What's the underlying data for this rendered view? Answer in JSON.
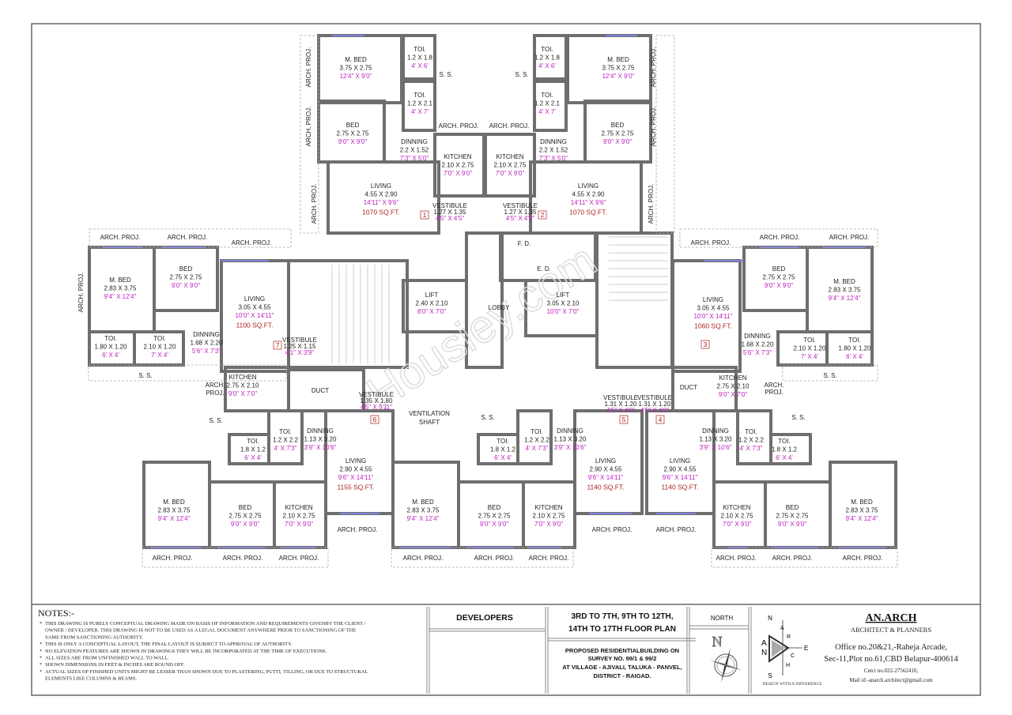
{
  "plan": {
    "watermark": "Housiey.com",
    "colors": {
      "wall": "#6e6e6e",
      "feet_text": "#c020c0",
      "area_text": "#b02020",
      "window": "#8080e0"
    },
    "rooms": [
      {
        "name": "M. BED",
        "dims": "3.75 X 2.75",
        "feet": "12'4\" X 9'0\""
      },
      {
        "name": "TOI.",
        "dims": "1.2 X 1.8",
        "feet": "4' X 6'"
      },
      {
        "name": "TOI.",
        "dims": "1.2 X 2.1",
        "feet": "4' X 7'"
      },
      {
        "name": "BED",
        "dims": "2.75 X 2.75",
        "feet": "9'0\" X 9'0\""
      },
      {
        "name": "DINNING",
        "dims": "2.2 X 1.52",
        "feet": "7'3\" X 5'0\""
      },
      {
        "name": "KITCHEN",
        "dims": "2.10 X 2.75",
        "feet": "7'0\" X 9'0\""
      },
      {
        "name": "LIVING",
        "dims": "4.55 X 2.90",
        "feet": "14'11\" X 9'6\"",
        "area": "1070 SQ.FT."
      },
      {
        "name": "VESTIBULE",
        "dims": "1.27 X 1.35",
        "feet": "4'5\" X 4'5\""
      },
      {
        "name": "M. BED",
        "dims": "3.75 X 2.75",
        "feet": "12'4\" X 9'0\""
      },
      {
        "name": "TOI.",
        "dims": "1.2 X 1.8",
        "feet": "4' X 6'"
      },
      {
        "name": "TOI.",
        "dims": "1.2 X 2.1",
        "feet": "4' X 7'"
      },
      {
        "name": "BED",
        "dims": "2.75 X 2.75",
        "feet": "9'0\" X 9'0\""
      },
      {
        "name": "DINNING",
        "dims": "2.2 X 1.52",
        "feet": "7'3\" X 5'0\""
      },
      {
        "name": "KITCHEN",
        "dims": "2.10 X 2.75",
        "feet": "7'0\" X 9'0\""
      },
      {
        "name": "LIVING",
        "dims": "4.55 X 2.90",
        "feet": "14'11\" X 9'6\"",
        "area": "1070 SQ.FT."
      },
      {
        "name": "VESTIBULE",
        "dims": "1.27 X 1.35",
        "feet": "4'5\" X 4'5\""
      },
      {
        "name": "M. BED",
        "dims": "2.83 X 3.75",
        "feet": "9'4\" X 12'4\""
      },
      {
        "name": "BED",
        "dims": "2.75 X 2.75",
        "feet": "9'0\" X 9'0\""
      },
      {
        "name": "LIVING",
        "dims": "3.05 X 4.55",
        "feet": "10'0\" X 14'11\"",
        "area": "1100 SQ.FT."
      },
      {
        "name": "TOI.",
        "dims": "1.80 X 1.20",
        "feet": "6' X 4'"
      },
      {
        "name": "TOI.",
        "dims": "2.10 X 1.20",
        "feet": "7' X 4'"
      },
      {
        "name": "DINNING",
        "dims": "1.68 X 2.20",
        "feet": "5'6\" X 7'3\""
      },
      {
        "name": "VESTIBULE",
        "dims": "1.25 X 1.15",
        "feet": "4'1\" X 3'9\""
      },
      {
        "name": "KITCHEN",
        "dims": "2.75 X 2.10",
        "feet": "9'0\" X 7'0\""
      },
      {
        "name": "VESTIBULE",
        "dims": "1.35 X 1.80",
        "feet": "4'5\" X 5'11\""
      },
      {
        "name": "LIFT",
        "dims": "2.40 X 2.10",
        "feet": "8'0\" X 7'0\""
      },
      {
        "name": "LIFT",
        "dims": "3.05 X 2.10",
        "feet": "10'0\" X 7'0\""
      },
      {
        "name": "BED",
        "dims": "2.75 X 2.75",
        "feet": "9'0\" X 9'0\""
      },
      {
        "name": "M. BED",
        "dims": "2.83 X 3.75",
        "feet": "9'4\" X 12'4\""
      },
      {
        "name": "LIVING",
        "dims": "3.05 X 4.55",
        "feet": "10'0\" X 14'11\"",
        "area": "1060 SQ.FT."
      },
      {
        "name": "DINNING",
        "dims": "1.68 X 2.20",
        "feet": "5'6\" X 7'3\""
      },
      {
        "name": "TOI.",
        "dims": "2.10 X 1.20",
        "feet": "7' X 4'"
      },
      {
        "name": "TOI.",
        "dims": "1.80 X 1.20",
        "feet": "6' X 4'"
      },
      {
        "name": "KITCHEN",
        "dims": "2.75 X 2.10",
        "feet": "9'0\" X 7'0\""
      },
      {
        "name": "VESTIBULE",
        "dims": "1.31 X 1.20",
        "feet": "4'5\" X 4'0\""
      },
      {
        "name": "VESTIBULE",
        "dims": "1.31 X 1.20",
        "feet": "4'5\" X 4'0\""
      },
      {
        "name": "TOI.",
        "dims": "1.8 X 1.2",
        "feet": "6' X 4'"
      },
      {
        "name": "TOI.",
        "dims": "1.2 X 2.2",
        "feet": "4' X 7'3\""
      },
      {
        "name": "DINNING",
        "dims": "1.13 X 3.20",
        "feet": "3'9\" X 10'6\""
      },
      {
        "name": "LIVING",
        "dims": "2.90 X 4.55",
        "feet": "9'6\" X 14'11\"",
        "area": "1155 SQ.FT."
      },
      {
        "name": "M. BED",
        "dims": "2.83 X 3.75",
        "feet": "9'4\" X 12'4\""
      },
      {
        "name": "BED",
        "dims": "2.75 X 2.75",
        "feet": "9'0\" X 9'0\""
      },
      {
        "name": "KITCHEN",
        "dims": "2.10 X 2.75",
        "feet": "7'0\" X 9'0\""
      },
      {
        "name": "TOI.",
        "dims": "1.8 X 1.2",
        "feet": "6' X 4'"
      },
      {
        "name": "TOI.",
        "dims": "1.2 X 2.2",
        "feet": "4' X 7'3\""
      },
      {
        "name": "DINNING",
        "dims": "1.13 X 3.20",
        "feet": "3'9\" X 10'6\""
      },
      {
        "name": "LIVING",
        "dims": "2.90 X 4.55",
        "feet": "9'6\" X 14'11\"",
        "area": "1140 SQ.FT."
      },
      {
        "name": "M. BED",
        "dims": "2.83 X 3.75",
        "feet": "9'4\" X 12'4\""
      },
      {
        "name": "BED",
        "dims": "2.75 X 2.75",
        "feet": "9'0\" X 9'0\""
      },
      {
        "name": "KITCHEN",
        "dims": "2.10 X 2.75",
        "feet": "7'0\" X 9'0\""
      },
      {
        "name": "LIVING",
        "dims": "2.90 X 4.55",
        "feet": "9'6\" X 14'11\"",
        "area": "1140 SQ.FT."
      },
      {
        "name": "DINNING",
        "dims": "1.13 X 3.20",
        "feet": "3'9\" X 10'6\""
      },
      {
        "name": "TOI.",
        "dims": "1.2 X 2.2",
        "feet": "4' X 7'3\""
      },
      {
        "name": "TOI.",
        "dims": "1.8 X 1.2",
        "feet": "6' X 4'"
      },
      {
        "name": "KITCHEN",
        "dims": "2.10 X 2.75",
        "feet": "7'0\" X 9'0\""
      },
      {
        "name": "BED",
        "dims": "2.75 X 2.75",
        "feet": "9'0\" X 9'0\""
      },
      {
        "name": "M. BED",
        "dims": "2.83 X 3.75",
        "feet": "9'4\" X 12'4\""
      }
    ],
    "unit_numbers": [
      "1",
      "2",
      "7",
      "3",
      "6",
      "5",
      "4"
    ],
    "annotations": [
      "ARCH. PROJ.",
      "ARCH. PROJ.",
      "ARCH. PROJ.",
      "ARCH. PROJ.",
      "ARCH. PROJ.",
      "ARCH. PROJ.",
      "ARCH. PROJ.",
      "ARCH. PROJ.",
      "S. S.",
      "S. S.",
      "ARCH. PROJ.",
      "ARCH. PROJ.",
      "ARCH. PROJ.",
      "ARCH. PROJ.",
      "S. S.",
      "ARCH.",
      "PROJ.",
      "DUCT",
      "F. D.",
      "E. D.",
      "LOBBY",
      "ARCH. PROJ.",
      "ARCH. PROJ.",
      "ARCH. PROJ.",
      "S. S.",
      "DUCT",
      "ARCH.",
      "PROJ.",
      "S. S.",
      "VENTILATION",
      "SHAFT",
      "S. S.",
      "S. S.",
      "ARCH. PROJ.",
      "ARCH. PROJ.",
      "ARCH. PROJ.",
      "ARCH. PROJ.",
      "ARCH. PROJ.",
      "ARCH. PROJ.",
      "ARCH. PROJ.",
      "ARCH. PROJ.",
      "ARCH. PROJ.",
      "ARCH. PROJ.",
      "ARCH. PROJ.",
      "ARCH. PROJ."
    ]
  },
  "notes": {
    "title": "NOTES:-",
    "items": [
      "THIS DRAWING IS PURELY CONCEPTUAL DRAWING MADE ON BASIS OF INFORMATION AND REQUIREMENTS GIVENBY THE CLIENT /",
      "OWNER / DEVELOPER. THIS DRAWING IS NOT  TO BE USED AS A LEGAL DOCUMENT ANYWHERE PRIOR TO SANCTIONING OF THE",
      "SAME FROM SANCTIONING AUTHORITY.",
      "THIS IS ONLY A CONCEPTUAL LAYOUT, THE FINAL LAYOUT IS SUBJECT TO APPROVAL OF AUTHORITY.",
      "NO ELEVATION FEATURES ARE SHOWN IN DRAWINGS THEY WILL BE INCORPORATED AT THE TIME OF EXECUTIONS.",
      "ALL SIZES ARE FROM UNFINISHED WALL TO WALL.",
      "SHOWN DIMENSIONS IN FEET & INCHES ARE ROUND OFF.",
      "ACTUAL SIZES OF FINISHED UNITS MIGHT BE LESSER THAN SHOWN DUE TO PLASTERING, PUTTI, TILLING, OR DUE TO STRUCTURAL",
      "ELEMENTS LIKE COLUMNS & BEAMS."
    ]
  },
  "title_block": {
    "developers": "DEVELOPERS",
    "plan_title_1": "3RD TO 7TH, 9TH TO 12TH,",
    "plan_title_2": "14TH TO 17TH FLOOR PLAN",
    "project_1": "PROPOSED RESIDENTIALBUILDING ON",
    "project_2": "SURVEY NO. 99/1 & 99/2",
    "project_3": "AT VILLAGE - AJIVALI, TALUKA - PANVEL,",
    "project_4": "DISTRICT - RAIGAD.",
    "north_label": "NORTH",
    "north_letter": "N",
    "logo_letters": {
      "n": "N",
      "e": "E",
      "s": "S",
      "a": "A",
      "n2": "N",
      "r": "R",
      "c": "C",
      "h": "H",
      "a2": "A"
    },
    "tagline": "DESIGN WITH A DIFFERENCE",
    "firm_name": "AN.ARCH",
    "firm_sub": "ARCHITECT & PLANNERS",
    "address_1": "Office no.20&21,-Raheja Arcade,",
    "address_2": "Sec-11,Plot no.61,CBD Belapur-400614",
    "contact": "Cntct no.022-27562410,",
    "email": "Mail id -anarch.architect@gmail.com"
  }
}
